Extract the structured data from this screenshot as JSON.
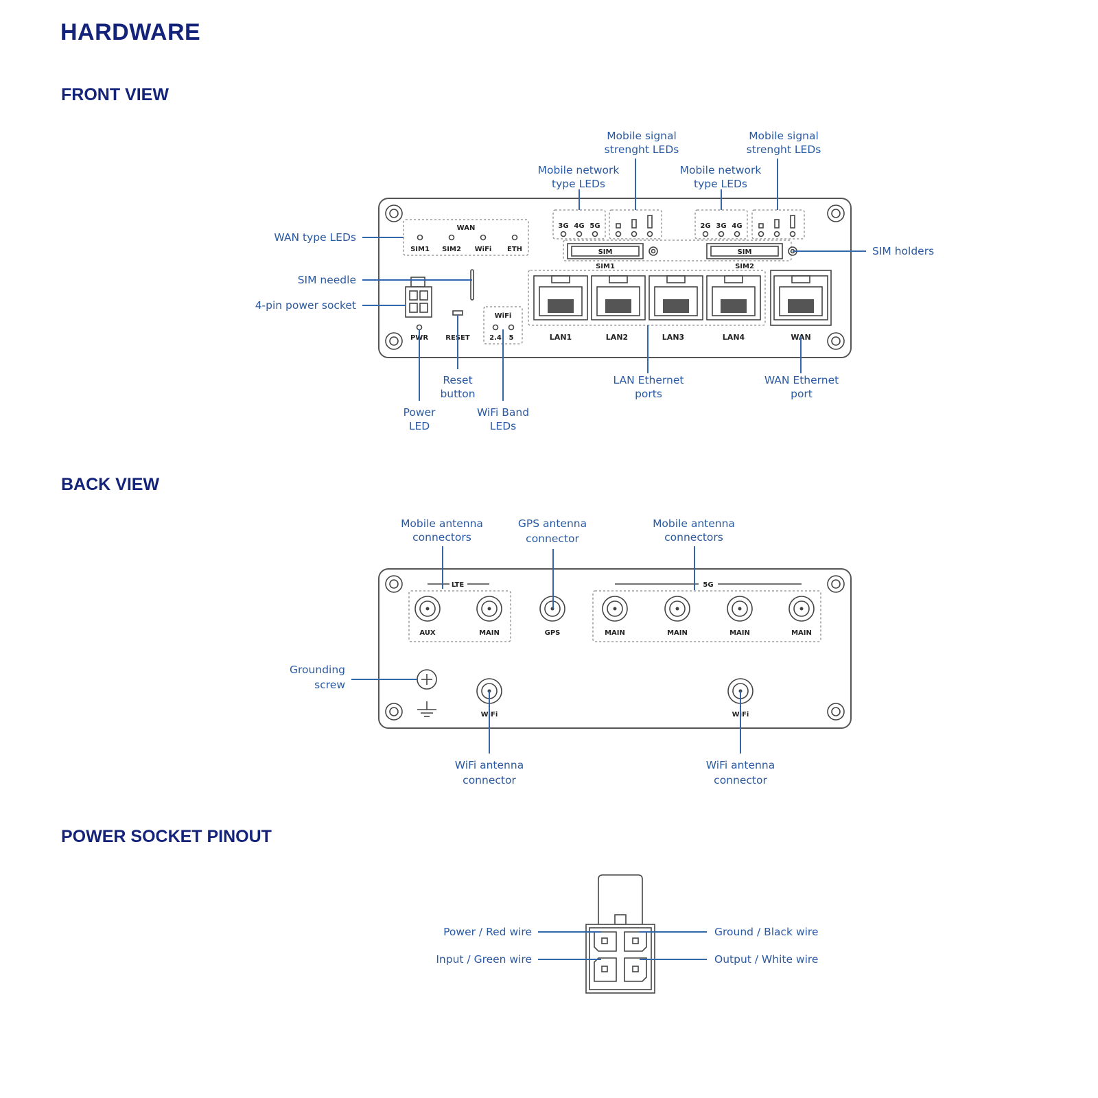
{
  "title": "HARDWARE",
  "sections": {
    "front": "FRONT VIEW",
    "back": "BACK VIEW",
    "pinout": "POWER SOCKET PINOUT"
  },
  "front": {
    "callouts": {
      "mobile_signal_1": [
        "Mobile signal",
        "strenght LEDs"
      ],
      "mobile_signal_2": [
        "Mobile signal",
        "strenght LEDs"
      ],
      "mobile_network_1": [
        "Mobile network",
        "type LEDs"
      ],
      "mobile_network_2": [
        "Mobile network",
        "type LEDs"
      ],
      "wan_type_leds": "WAN type LEDs",
      "sim_holders": "SIM holders",
      "sim_needle": "SIM needle",
      "power_socket": "4-pin power socket",
      "reset_button": [
        "Reset",
        "button"
      ],
      "power_led": [
        "Power",
        "LED"
      ],
      "wifi_band_leds": [
        "WiFi Band",
        "LEDs"
      ],
      "lan_ports": [
        "LAN Ethernet",
        "ports"
      ],
      "wan_port": [
        "WAN Ethernet",
        "port"
      ]
    },
    "device": {
      "wan_group": "WAN",
      "wan_leds": [
        "SIM1",
        "SIM2",
        "WiFi",
        "ETH"
      ],
      "net_type_1": [
        "3G",
        "4G",
        "5G"
      ],
      "net_type_2": [
        "2G",
        "3G",
        "4G"
      ],
      "sim_slot_text": "SIM",
      "sim_labels": [
        "SIM1",
        "SIM2"
      ],
      "wifi_group": "WiFi",
      "wifi_bands": [
        "2.4",
        "5"
      ],
      "pwr": "PWR",
      "reset": "RESET",
      "lan_labels": [
        "LAN1",
        "LAN2",
        "LAN3",
        "LAN4"
      ],
      "wan_label": "WAN"
    }
  },
  "back": {
    "callouts": {
      "mobile_antenna_1": [
        "Mobile antenna",
        "connectors"
      ],
      "gps_antenna": [
        "GPS antenna",
        "connector"
      ],
      "mobile_antenna_2": [
        "Mobile antenna",
        "connectors"
      ],
      "grounding_screw": [
        "Grounding",
        "screw"
      ],
      "wifi_antenna_1": [
        "WiFi antenna",
        "connector"
      ],
      "wifi_antenna_2": [
        "WiFi antenna",
        "connector"
      ]
    },
    "device": {
      "lte_group": "LTE",
      "lte_connectors": [
        "AUX",
        "MAIN"
      ],
      "gps": "GPS",
      "g5_group": "5G",
      "g5_connectors": [
        "MAIN",
        "MAIN",
        "MAIN",
        "MAIN"
      ],
      "wifi": [
        "WiFi",
        "WiFi"
      ]
    }
  },
  "pinout": {
    "power": "Power / Red wire",
    "input": "Input / Green wire",
    "ground": "Ground / Black wire",
    "output": "Output / White wire"
  },
  "colors": {
    "heading": "#14237a",
    "callout": "#2a5aa3",
    "leader": "#3366aa",
    "device_outline": "#555555"
  }
}
